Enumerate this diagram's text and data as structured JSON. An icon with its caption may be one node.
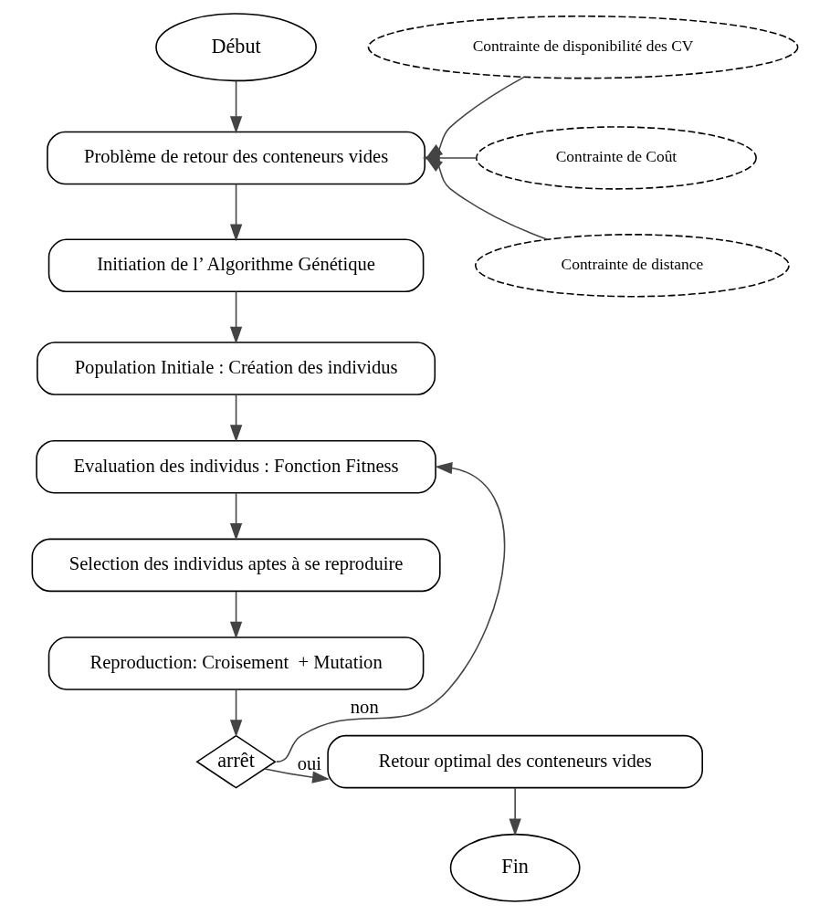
{
  "diagram": {
    "nodes": [
      {
        "text": [
          "Début"
        ]
      },
      {
        "text": [
          "Problème de retour des conteneurs vides"
        ]
      },
      {
        "text": [
          "Contrainte de disponibilité des CV"
        ]
      },
      {
        "text": [
          "Contrainte de Coût"
        ]
      },
      {
        "text": [
          "Contrainte de distance"
        ]
      },
      {
        "text": [
          "Initiation de l’ Algorithme Génétique"
        ]
      },
      {
        "text": [
          "Population Initiale : Création des individus"
        ]
      },
      {
        "text": [
          "Evaluation des individus : Fonction Fitness"
        ]
      },
      {
        "text": [
          "Selection des individus aptes à se reproduire"
        ]
      },
      {
        "text": [
          "Reproduction: Croisement  + Mutation"
        ]
      },
      {
        "text": [
          "arrêt"
        ]
      },
      {
        "text": [
          "Retour optimal des conteneurs vides"
        ]
      },
      {
        "text": [
          "Fin"
        ]
      }
    ],
    "edges": [
      {
        "from": 0,
        "to": 1,
        "arrow": "to"
      },
      {
        "from": 2,
        "to": 1,
        "arrow": "to"
      },
      {
        "from": 3,
        "to": 1,
        "arrow": "to"
      },
      {
        "from": 4,
        "to": 1,
        "arrow": "to"
      },
      {
        "from": 1,
        "to": 5,
        "arrow": "to"
      },
      {
        "from": 5,
        "to": 6,
        "arrow": "to"
      },
      {
        "from": 6,
        "to": 7,
        "arrow": "to"
      },
      {
        "from": 7,
        "to": 8,
        "arrow": "to"
      },
      {
        "from": 8,
        "to": 9,
        "arrow": "to"
      },
      {
        "from": 9,
        "to": 10,
        "arrow": "to"
      },
      {
        "from": 10,
        "to": 11,
        "arrow": "to",
        "label": "oui"
      },
      {
        "from": 10,
        "to": 7,
        "arrow": "to",
        "label": "non"
      },
      {
        "from": 11,
        "to": 12,
        "arrow": "to"
      }
    ]
  }
}
